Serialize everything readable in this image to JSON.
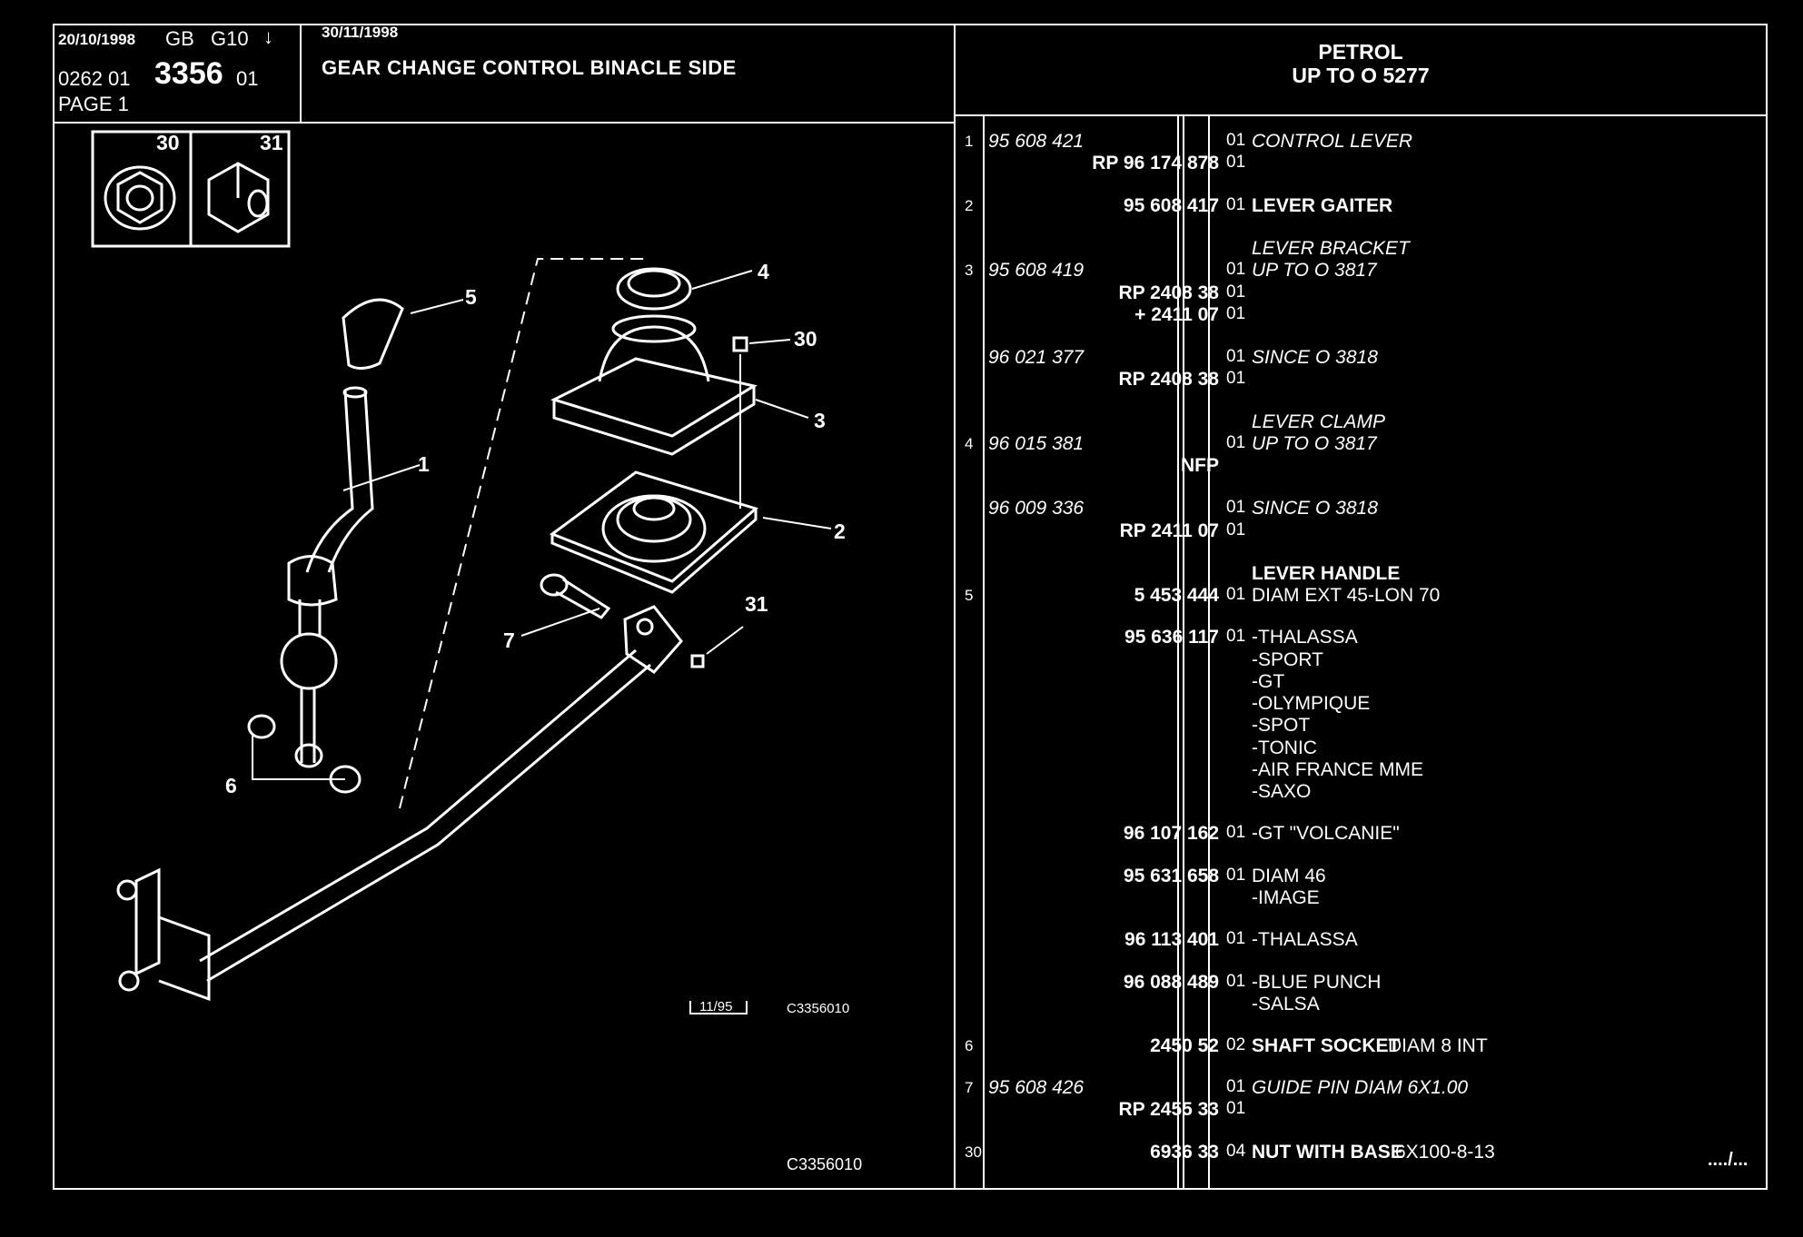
{
  "header": {
    "date_issue": "20/10/1998",
    "country": "GB",
    "group": "G10",
    "arrow": "↓",
    "code_prefix": "0262 01",
    "plate_number": "3356",
    "plate_suffix": "01",
    "page": "PAGE 1",
    "date_update": "30/11/1998",
    "title": "GEAR CHANGE CONTROL BINACLE SIDE",
    "engine": "PETROL",
    "range": "UP TO O 5277"
  },
  "inset_labels": [
    "30",
    "31"
  ],
  "callouts": [
    "5",
    "4",
    "30",
    "3",
    "1",
    "2",
    "7",
    "31",
    "6"
  ],
  "stamp": "11/95",
  "figure_code_small": "C3356010",
  "figure_code": "C3356010",
  "continuation": "..../...",
  "parts": [
    {
      "idx": "1",
      "ref": "95 608 421",
      "ref_italic": true,
      "qty": "01",
      "desc": "CONTROL LEVER",
      "desc_style": "it"
    },
    {
      "idx": "",
      "ref": "RP   96 174 878",
      "qty": "01",
      "desc": ""
    },
    {
      "idx": "2",
      "ref": "95 608 417",
      "qty": "01",
      "desc": "LEVER GAITER",
      "desc_style": "b"
    },
    {
      "idx": "",
      "ref": "",
      "qty": "",
      "desc": "LEVER BRACKET",
      "desc_style": "it"
    },
    {
      "idx": "3",
      "ref": "95 608 419",
      "ref_italic": true,
      "qty": "01",
      "desc": "UP TO O 3817",
      "desc_style": "it"
    },
    {
      "idx": "",
      "ref": "RP  2408 38",
      "qty": "01",
      "desc": ""
    },
    {
      "idx": "",
      "ref": "+  2411 07",
      "qty": "01",
      "desc": ""
    },
    {
      "idx": "",
      "ref": "96 021 377",
      "ref_italic": true,
      "qty": "01",
      "desc": "SINCE O 3818",
      "desc_style": "it"
    },
    {
      "idx": "",
      "ref": "RP  2408 38",
      "qty": "01",
      "desc": ""
    },
    {
      "idx": "",
      "ref": "",
      "qty": "",
      "desc": "LEVER CLAMP",
      "desc_style": "it"
    },
    {
      "idx": "4",
      "ref": "96 015 381",
      "ref_italic": true,
      "qty": "01",
      "desc": "UP TO O 3817",
      "desc_style": "it"
    },
    {
      "idx": "",
      "ref": "NFP",
      "qty": "",
      "desc": ""
    },
    {
      "idx": "",
      "ref": "96 009 336",
      "ref_italic": true,
      "qty": "01",
      "desc": "SINCE O 3818",
      "desc_style": "it"
    },
    {
      "idx": "",
      "ref": "RP  2411 07",
      "qty": "01",
      "desc": ""
    },
    {
      "idx": "",
      "ref": "",
      "qty": "",
      "desc": "LEVER HANDLE",
      "desc_style": "b"
    },
    {
      "idx": "5",
      "ref": "5 453 444",
      "qty": "01",
      "desc": "DIAM EXT 45-LON 70"
    },
    {
      "idx": "",
      "ref": "95 636 117",
      "qty": "01",
      "desc": "-THALASSA"
    },
    {
      "idx": "",
      "ref": "",
      "qty": "",
      "desc": "-SPORT"
    },
    {
      "idx": "",
      "ref": "",
      "qty": "",
      "desc": "-GT"
    },
    {
      "idx": "",
      "ref": "",
      "qty": "",
      "desc": "-OLYMPIQUE"
    },
    {
      "idx": "",
      "ref": "",
      "qty": "",
      "desc": "-SPOT"
    },
    {
      "idx": "",
      "ref": "",
      "qty": "",
      "desc": "-TONIC"
    },
    {
      "idx": "",
      "ref": "",
      "qty": "",
      "desc": "-AIR FRANCE MME"
    },
    {
      "idx": "",
      "ref": "",
      "qty": "",
      "desc": "-SAXO"
    },
    {
      "idx": "",
      "ref": "96 107 162",
      "qty": "01",
      "desc": "-GT \"VOLCANIE\""
    },
    {
      "idx": "",
      "ref": "95 631 658",
      "qty": "01",
      "desc": "DIAM 46"
    },
    {
      "idx": "",
      "ref": "",
      "qty": "",
      "desc": "-IMAGE"
    },
    {
      "idx": "",
      "ref": "96 113 401",
      "qty": "01",
      "desc": "-THALASSA"
    },
    {
      "idx": "",
      "ref": "96 088 489",
      "qty": "01",
      "desc": "-BLUE PUNCH"
    },
    {
      "idx": "",
      "ref": "",
      "qty": "",
      "desc": "-SALSA"
    },
    {
      "idx": "6",
      "ref": "2450 52",
      "qty": "02",
      "desc": "SHAFT SOCKET",
      "desc2": "DIAM 8 INT",
      "desc_style": "b"
    },
    {
      "idx": "7",
      "ref": "95 608 426",
      "ref_italic": true,
      "qty": "01",
      "desc": "GUIDE PIN DIAM 6X1.00",
      "desc_style": "it"
    },
    {
      "idx": "",
      "ref": "RP  2455 33",
      "qty": "01",
      "desc": ""
    },
    {
      "idx": "30",
      "ref": "6936 33",
      "qty": "04",
      "desc": "NUT WITH BASE",
      "desc2": "6X100-8-13",
      "desc_style": "b"
    }
  ]
}
